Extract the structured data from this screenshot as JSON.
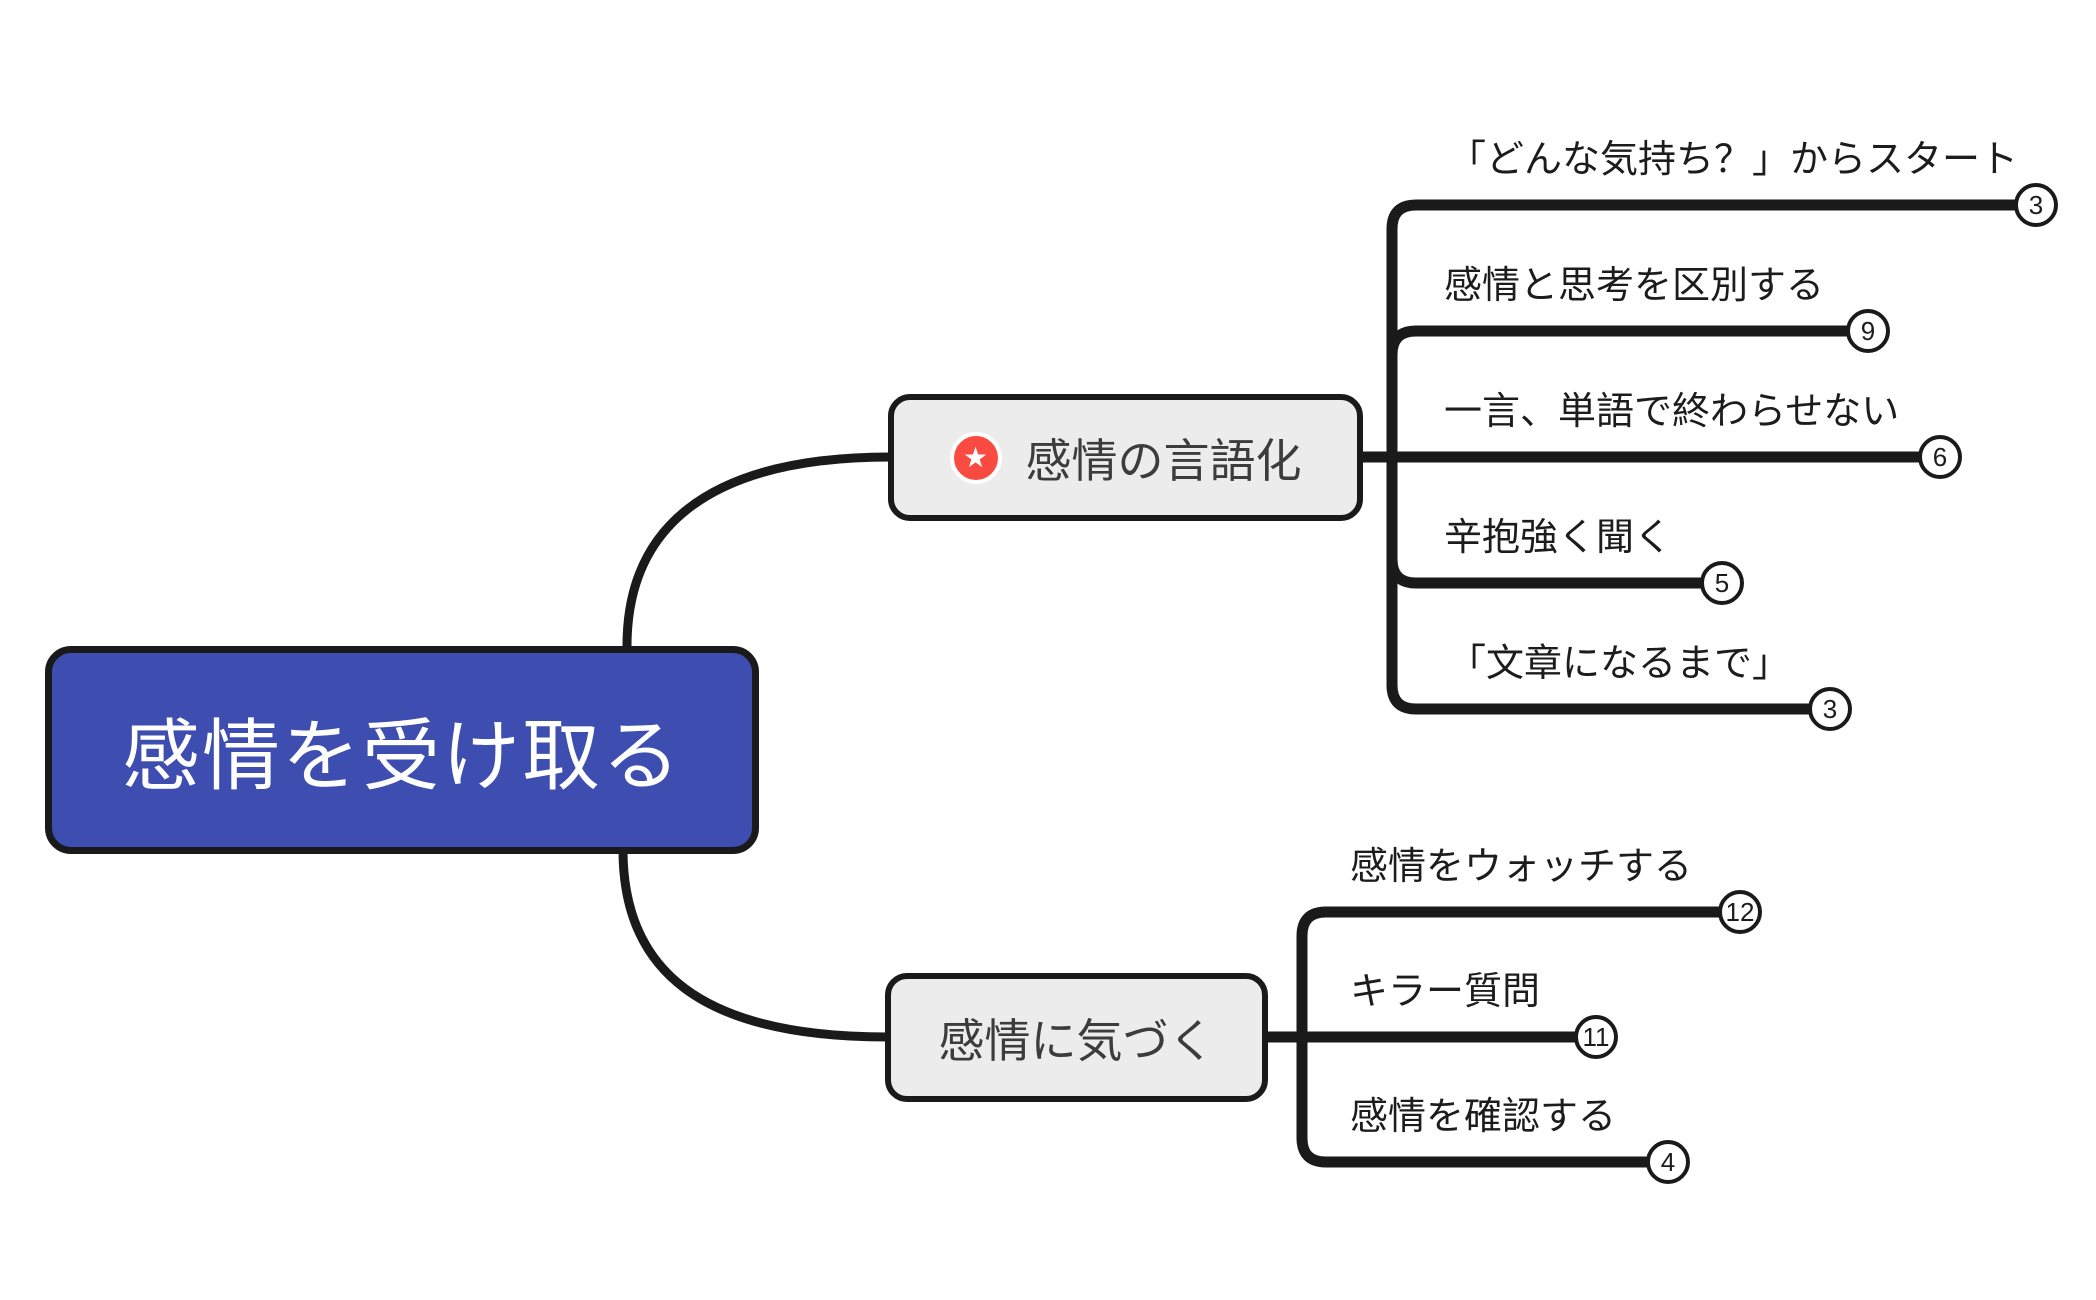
{
  "root": {
    "label": "感情を受け取る"
  },
  "branches": [
    {
      "label": "感情の言語化",
      "marker": "star",
      "children": [
        {
          "label": "「どんな気持ち？」からスタート",
          "badge": "3"
        },
        {
          "label": "感情と思考を区別する",
          "badge": "9"
        },
        {
          "label": "一言、単語で終わらせない",
          "badge": "6"
        },
        {
          "label": "辛抱強く聞く",
          "badge": "5"
        },
        {
          "label": "「文章になるまで」",
          "badge": "3"
        }
      ]
    },
    {
      "label": "感情に気づく",
      "marker": "none",
      "children": [
        {
          "label": "感情をウォッチする",
          "badge": "12"
        },
        {
          "label": "キラー質問",
          "badge": "11"
        },
        {
          "label": "感情を確認する",
          "badge": "4"
        }
      ]
    }
  ],
  "icons": {
    "star_glyph": "★"
  },
  "colors": {
    "root_fill": "#3D4DB0",
    "root_text": "#FFFFFF",
    "topic_fill": "#ECECEC",
    "outline": "#1A1A1A",
    "connector": "#1A1A1A",
    "star_marker_red": "#FA4B42",
    "badge_fill": "#FFFFFF",
    "leaf_text": "#1C1C1C"
  }
}
